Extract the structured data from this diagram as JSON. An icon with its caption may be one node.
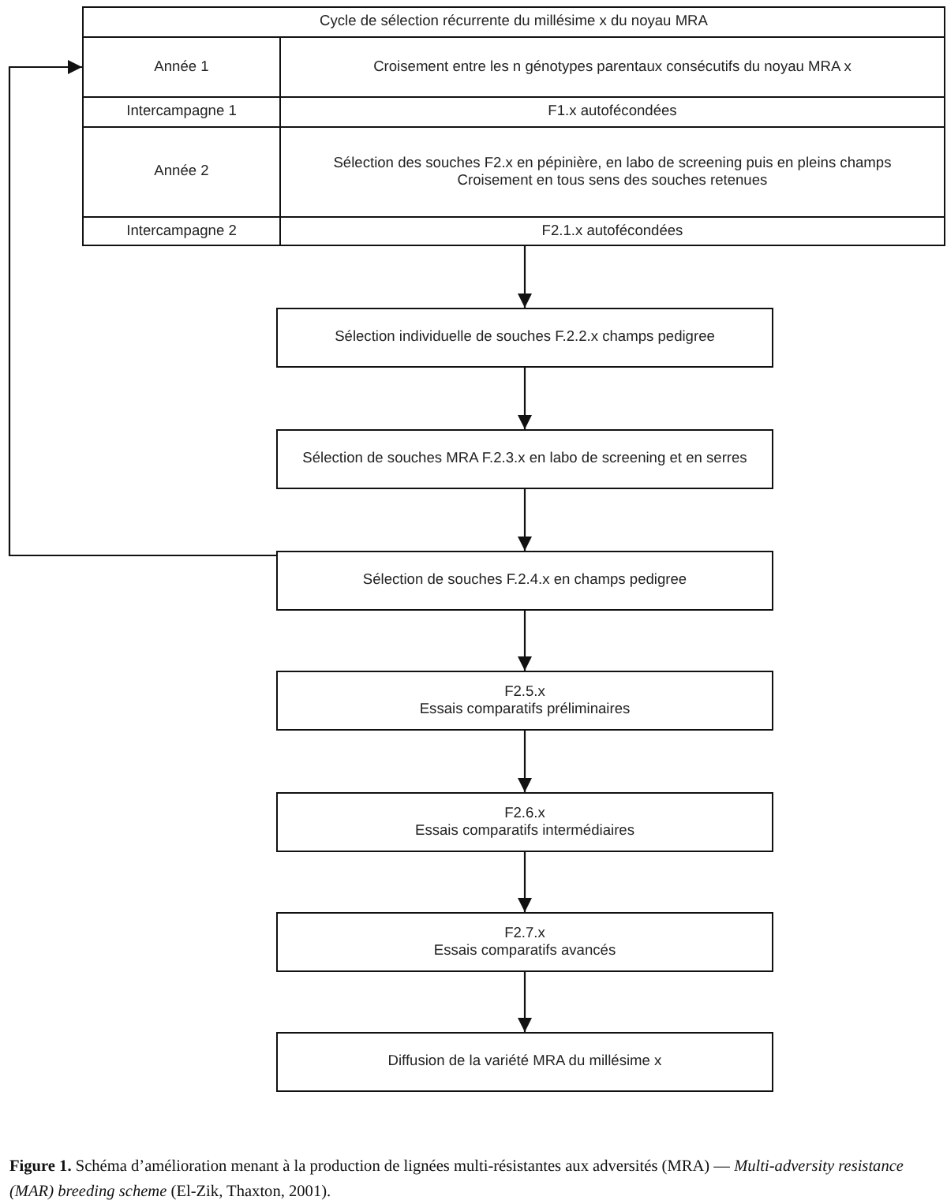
{
  "diagram": {
    "caption": "**Figure 1.** Schéma d’amélioration menant à la production de lignées multi-résistantes aux adversités (MRA) — *Multi-adversity resistance (MAR) breeding scheme* (El-Zik, Thaxton, 2001).",
    "nodes": [
      {
        "text": [
          "Cycle de sélection récurrente du millésime x du noyau MRA"
        ]
      },
      {
        "text": [
          "Année 1"
        ],
        "in": 0
      },
      {
        "text": [
          "Croisement entre les n génotypes parentaux consécutifs du noyau MRA x"
        ],
        "in": 0
      },
      {
        "text": [
          "Intercampagne 1"
        ],
        "in": 0
      },
      {
        "text": [
          "F1.x autofécondées"
        ],
        "in": 0
      },
      {
        "text": [
          "Année 2"
        ],
        "in": 0
      },
      {
        "text": [
          "Sélection des souches F2.x en pépinière, en labo de screening puis en pleins champs",
          "Croisement en tous sens des souches retenues"
        ],
        "in": 0
      },
      {
        "text": [
          "Intercampagne 2"
        ],
        "in": 0
      },
      {
        "text": [
          "F2.1.x autofécondées"
        ],
        "in": 0
      },
      {
        "text": [
          "Sélection individuelle de souches F.2.2.x champs pedigree"
        ]
      },
      {
        "text": [
          "Sélection de souches MRA F.2.3.x en labo de screening et en serres"
        ]
      },
      {
        "text": [
          "Sélection de souches F.2.4.x en champs pedigree"
        ]
      },
      {
        "text": [
          "F2.5.x",
          "Essais comparatifs préliminaires"
        ]
      },
      {
        "text": [
          "F2.6.x",
          "Essais comparatifs intermédiaires"
        ]
      },
      {
        "text": [
          "F2.7.x",
          "Essais comparatifs avancés"
        ]
      },
      {
        "text": [
          "Diffusion de la variété MRA du millésime x"
        ]
      }
    ],
    "edges": [
      {
        "from": 0,
        "to": 9,
        "arrow": "to"
      },
      {
        "from": 9,
        "to": 10,
        "arrow": "to"
      },
      {
        "from": 10,
        "to": 11,
        "arrow": "to"
      },
      {
        "from": 11,
        "to": 1,
        "arrow": "to"
      },
      {
        "from": 11,
        "to": 12,
        "arrow": "to"
      },
      {
        "from": 12,
        "to": 13,
        "arrow": "to"
      },
      {
        "from": 13,
        "to": 14,
        "arrow": "to"
      },
      {
        "from": 14,
        "to": 15,
        "arrow": "to"
      }
    ]
  }
}
